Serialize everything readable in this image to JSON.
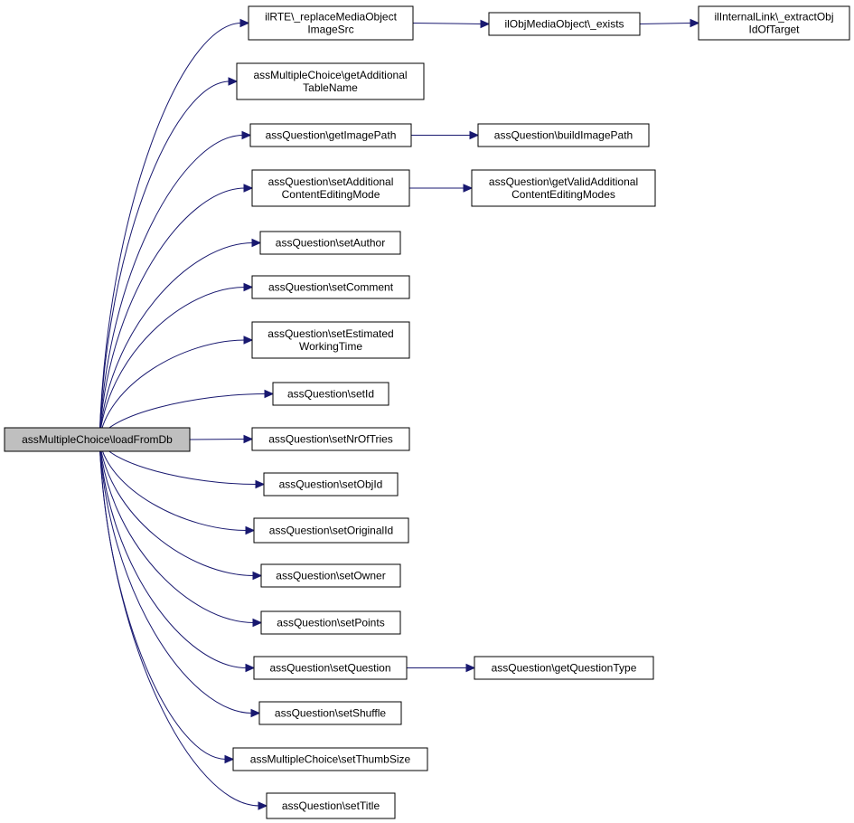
{
  "graph": {
    "root": {
      "id": "root",
      "lines": [
        "assMultipleChoice\\loadFromDb"
      ]
    },
    "nodes": [
      {
        "id": "n_replace",
        "lines": [
          "ilRTE\\_replaceMediaObject",
          "ImageSrc"
        ]
      },
      {
        "id": "n_exists",
        "lines": [
          "ilObjMediaObject\\_exists"
        ]
      },
      {
        "id": "n_extract",
        "lines": [
          "ilInternalLink\\_extractObj",
          "IdOfTarget"
        ]
      },
      {
        "id": "n_addtable",
        "lines": [
          "assMultipleChoice\\getAdditional",
          "TableName"
        ]
      },
      {
        "id": "n_getimg",
        "lines": [
          "assQuestion\\getImagePath"
        ]
      },
      {
        "id": "n_buildimg",
        "lines": [
          "assQuestion\\buildImagePath"
        ]
      },
      {
        "id": "n_setaddmode",
        "lines": [
          "assQuestion\\setAdditional",
          "ContentEditingMode"
        ]
      },
      {
        "id": "n_getvalid",
        "lines": [
          "assQuestion\\getValidAdditional",
          "ContentEditingModes"
        ]
      },
      {
        "id": "n_author",
        "lines": [
          "assQuestion\\setAuthor"
        ]
      },
      {
        "id": "n_comment",
        "lines": [
          "assQuestion\\setComment"
        ]
      },
      {
        "id": "n_estimated",
        "lines": [
          "assQuestion\\setEstimated",
          "WorkingTime"
        ]
      },
      {
        "id": "n_setid",
        "lines": [
          "assQuestion\\setId"
        ]
      },
      {
        "id": "n_tries",
        "lines": [
          "assQuestion\\setNrOfTries"
        ]
      },
      {
        "id": "n_objid",
        "lines": [
          "assQuestion\\setObjId"
        ]
      },
      {
        "id": "n_origid",
        "lines": [
          "assQuestion\\setOriginalId"
        ]
      },
      {
        "id": "n_owner",
        "lines": [
          "assQuestion\\setOwner"
        ]
      },
      {
        "id": "n_points",
        "lines": [
          "assQuestion\\setPoints"
        ]
      },
      {
        "id": "n_question",
        "lines": [
          "assQuestion\\setQuestion"
        ]
      },
      {
        "id": "n_qtype",
        "lines": [
          "assQuestion\\getQuestionType"
        ]
      },
      {
        "id": "n_shuffle",
        "lines": [
          "assQuestion\\setShuffle"
        ]
      },
      {
        "id": "n_thumb",
        "lines": [
          "assMultipleChoice\\setThumbSize"
        ]
      },
      {
        "id": "n_title",
        "lines": [
          "assQuestion\\setTitle"
        ]
      }
    ],
    "edges": [
      [
        "root",
        "n_replace"
      ],
      [
        "root",
        "n_addtable"
      ],
      [
        "root",
        "n_getimg"
      ],
      [
        "root",
        "n_setaddmode"
      ],
      [
        "root",
        "n_author"
      ],
      [
        "root",
        "n_comment"
      ],
      [
        "root",
        "n_estimated"
      ],
      [
        "root",
        "n_setid"
      ],
      [
        "root",
        "n_tries"
      ],
      [
        "root",
        "n_objid"
      ],
      [
        "root",
        "n_origid"
      ],
      [
        "root",
        "n_owner"
      ],
      [
        "root",
        "n_points"
      ],
      [
        "root",
        "n_question"
      ],
      [
        "root",
        "n_shuffle"
      ],
      [
        "root",
        "n_thumb"
      ],
      [
        "root",
        "n_title"
      ],
      [
        "n_replace",
        "n_exists"
      ],
      [
        "n_exists",
        "n_extract"
      ],
      [
        "n_getimg",
        "n_buildimg"
      ],
      [
        "n_setaddmode",
        "n_getvalid"
      ],
      [
        "n_question",
        "n_qtype"
      ]
    ],
    "colors": {
      "edge": "#191970",
      "root_fill": "#bfbfbf",
      "node_fill": "#ffffff",
      "border": "#000000"
    }
  }
}
